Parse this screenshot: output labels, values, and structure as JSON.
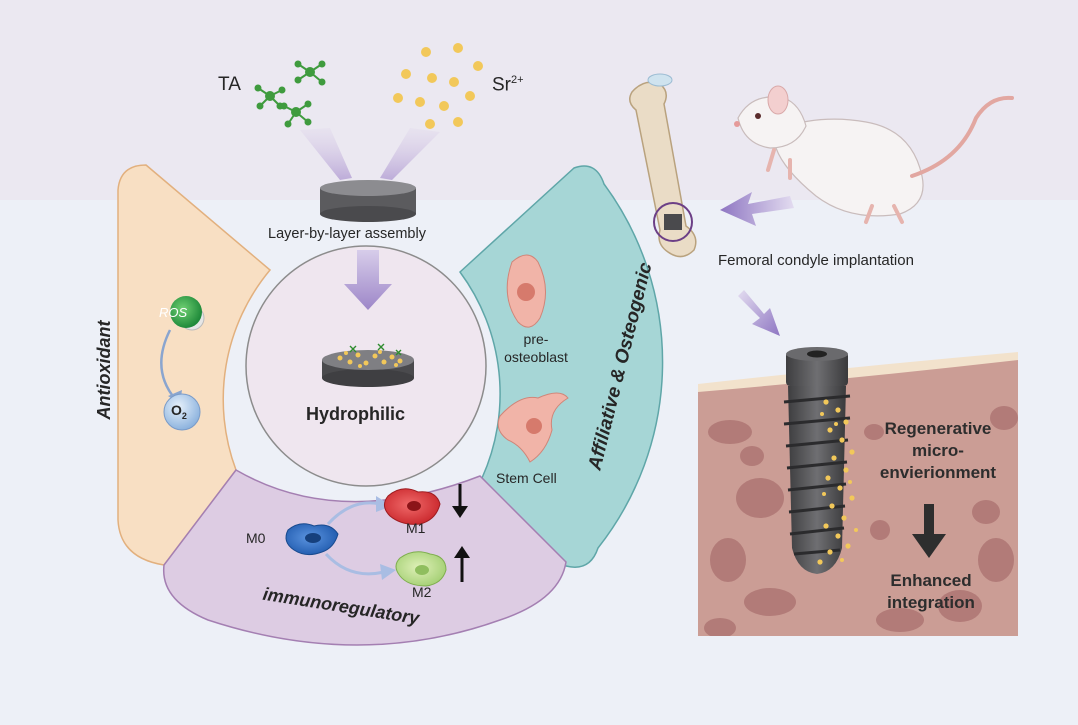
{
  "reagents": {
    "ta": "TA",
    "sr": "Sr",
    "sr_charge": "2+"
  },
  "assembly": {
    "label": "Layer-by-layer assembly",
    "core": "Hydrophilic"
  },
  "antioxidant": {
    "title": "Antioxidant",
    "ros": "ROS",
    "o2": "O",
    "o2_sub": "2"
  },
  "osteogenic": {
    "title": "Affiliative & Osteogenic",
    "cell1": "pre-\nosteoblast",
    "cell2": "Stem Cell"
  },
  "immuno": {
    "title": "immunoregulatory",
    "m0": "M0",
    "m1": "M1",
    "m2": "M2"
  },
  "implantation": {
    "label": "Femoral condyle implantation"
  },
  "outcome": {
    "regen": "Regenerative\nmicro-\nenvierionment",
    "enhanced": "Enhanced\nintegration"
  },
  "colors": {
    "antioxidant_panel": "#f8dfc3",
    "osteogenic_panel": "#a6d6d6",
    "immuno_panel": "#ddcce3",
    "core_circle": "#efe6ef",
    "bone_tissue": "#cb9d95",
    "particle": "#f2c85a",
    "ta_molecule": "#3f9b3e"
  }
}
